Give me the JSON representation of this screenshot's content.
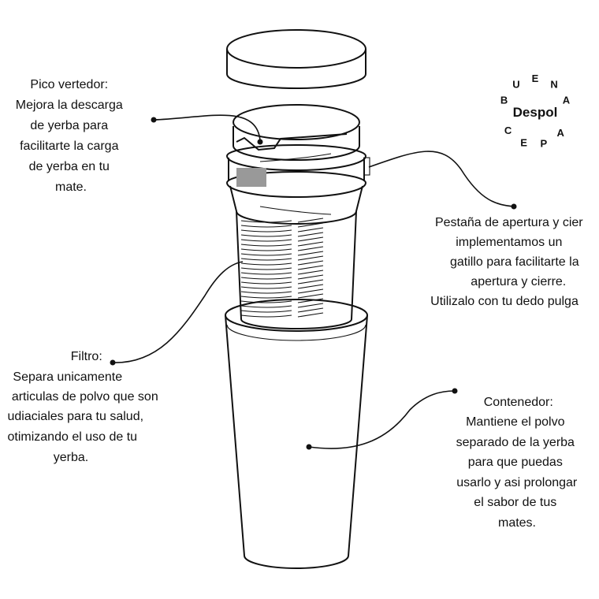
{
  "logo": {
    "brand": "Despol",
    "ring_text": [
      "B",
      "U",
      "E",
      "N",
      "A",
      "C",
      "E",
      "P",
      "A"
    ]
  },
  "callouts": {
    "pico": {
      "lines": [
        "Pico vertedor:",
        "Mejora la descarga",
        "de yerba para",
        "facilitarte la carga",
        "de yerba en tu",
        "mate."
      ]
    },
    "pestana": {
      "lines": [
        "Pestaña de apertura y cier",
        "implementamos un",
        "gatillo para facilitarte la",
        "apertura y cierre.",
        "Utilizalo con tu dedo pulga"
      ]
    },
    "filtro": {
      "lines": [
        "Filtro:",
        "Separa unicamente",
        "articulas de polvo que son",
        "udiaciales para tu salud,",
        "otimizando el uso de tu",
        "yerba."
      ]
    },
    "contenedor": {
      "lines": [
        "Contenedor:",
        "Mantiene el polvo",
        "separado de la yerba",
        "para que puedas",
        "usarlo y asi prolongar",
        "el sabor de tus",
        "mates."
      ]
    }
  },
  "colors": {
    "ink": "#111111",
    "background": "#ffffff"
  }
}
